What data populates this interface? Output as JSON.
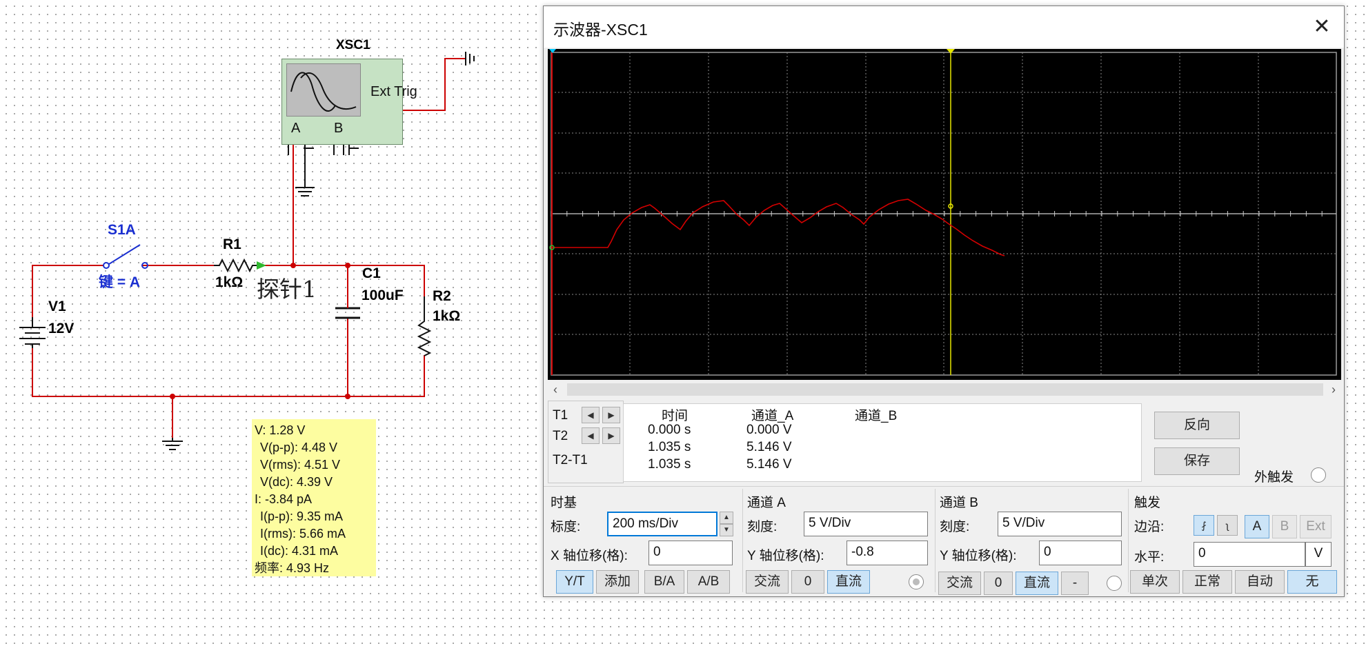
{
  "schematic": {
    "scope_name": "XSC1",
    "scope_ext_trig": "Ext Trig",
    "scope_pin_a": "A",
    "scope_pin_b": "B",
    "switch_name": "S1A",
    "switch_key": "键 = A",
    "r1_name": "R1",
    "r1_value": "1kΩ",
    "probe_name": "探针1",
    "c1_name": "C1",
    "c1_value": "100uF",
    "r2_name": "R2",
    "r2_value": "1kΩ",
    "v1_name": "V1",
    "v1_value": "12V",
    "wire_color": "#cc0000"
  },
  "probe_readout": [
    "V: 1.28 V",
    "V(p-p): 4.48 V",
    "V(rms): 4.51 V",
    "V(dc): 4.39 V",
    "I: -3.84 pA",
    "I(p-p): 9.35 mA",
    "I(rms): 5.66 mA",
    "I(dc): 4.31 mA",
    "频率: 4.93 Hz"
  ],
  "oscilloscope": {
    "title": "示波器-XSC1",
    "close_icon": "close-icon",
    "trace_color": "#d40000",
    "cursor2_color": "#e8e800",
    "cursor1_color": "#00c8ff",
    "measurements": {
      "headers": [
        "时间",
        "通道_A",
        "通道_B"
      ],
      "rows": [
        {
          "label": "T1",
          "time": "0.000 s",
          "a": "0.000 V",
          "b": ""
        },
        {
          "label": "T2",
          "time": "1.035 s",
          "a": "5.146 V",
          "b": ""
        },
        {
          "label": "T2-T1",
          "time": "1.035 s",
          "a": "5.146 V",
          "b": ""
        }
      ]
    },
    "reverse_label": "反向",
    "save_label": "保存",
    "ext_trigger_label": "外触发",
    "timebase": {
      "title": "时基",
      "scale_label": "标度:",
      "scale_value": "200 ms/Div",
      "xpos_label": "X 轴位移(格):",
      "xpos_value": "0",
      "modes": [
        "Y/T",
        "添加",
        "B/A",
        "A/B"
      ]
    },
    "channel_a": {
      "title": "通道 A",
      "scale_label": "刻度:",
      "scale_value": "5  V/Div",
      "ypos_label": "Y 轴位移(格):",
      "ypos_value": "-0.8",
      "coupling": [
        "交流",
        "0",
        "直流"
      ]
    },
    "channel_b": {
      "title": "通道 B",
      "scale_label": "刻度:",
      "scale_value": "5  V/Div",
      "ypos_label": "Y 轴位移(格):",
      "ypos_value": "0",
      "coupling": [
        "交流",
        "0",
        "直流",
        "-"
      ]
    },
    "trigger": {
      "title": "触发",
      "edge_label": "边沿:",
      "level_label": "水平:",
      "level_value": "0",
      "level_unit": "V",
      "sources": [
        "A",
        "B",
        "Ext"
      ],
      "modes": [
        "单次",
        "正常",
        "自动",
        "无"
      ]
    }
  }
}
